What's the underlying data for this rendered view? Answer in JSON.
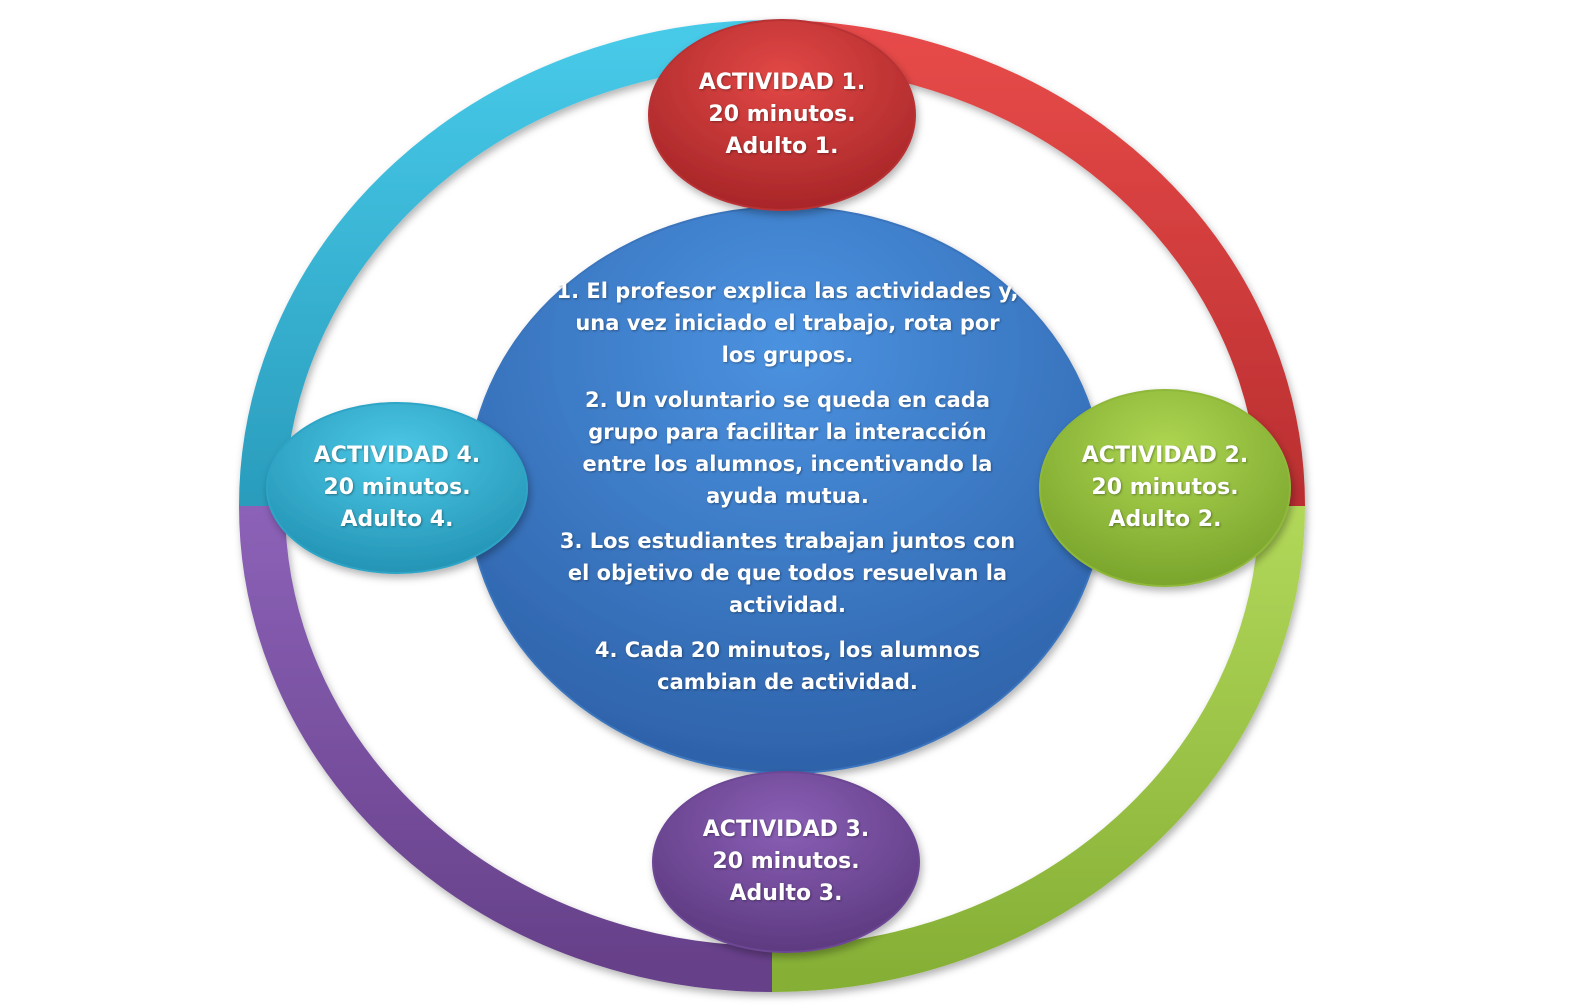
{
  "colors": {
    "red": "#d23a3a",
    "green": "#9cc63e",
    "purple": "#7a4fa3",
    "cyan": "#32b6d6",
    "blue": "#3a7fd0"
  },
  "activities": [
    {
      "title": "ACTIVIDAD 1.",
      "time": "20 minutos.",
      "adult": "Adulto 1."
    },
    {
      "title": "ACTIVIDAD 2.",
      "time": "20 minutos.",
      "adult": "Adulto 2."
    },
    {
      "title": "ACTIVIDAD 3.",
      "time": "20 minutos.",
      "adult": "Adulto 3."
    },
    {
      "title": "ACTIVIDAD 4.",
      "time": "20 minutos.",
      "adult": "Adulto 4."
    }
  ],
  "center": {
    "steps": [
      "1. El profesor explica las actividades y, una vez iniciado el trabajo, rota por los grupos.",
      "2. Un voluntario se queda en cada grupo para facilitar la interacción entre los alumnos, incentivando la ayuda mutua.",
      "3. Los estudiantes trabajan juntos con el objetivo de que todos resuelvan la actividad.",
      "4. Cada 20 minutos, los alumnos cambian de actividad."
    ]
  }
}
